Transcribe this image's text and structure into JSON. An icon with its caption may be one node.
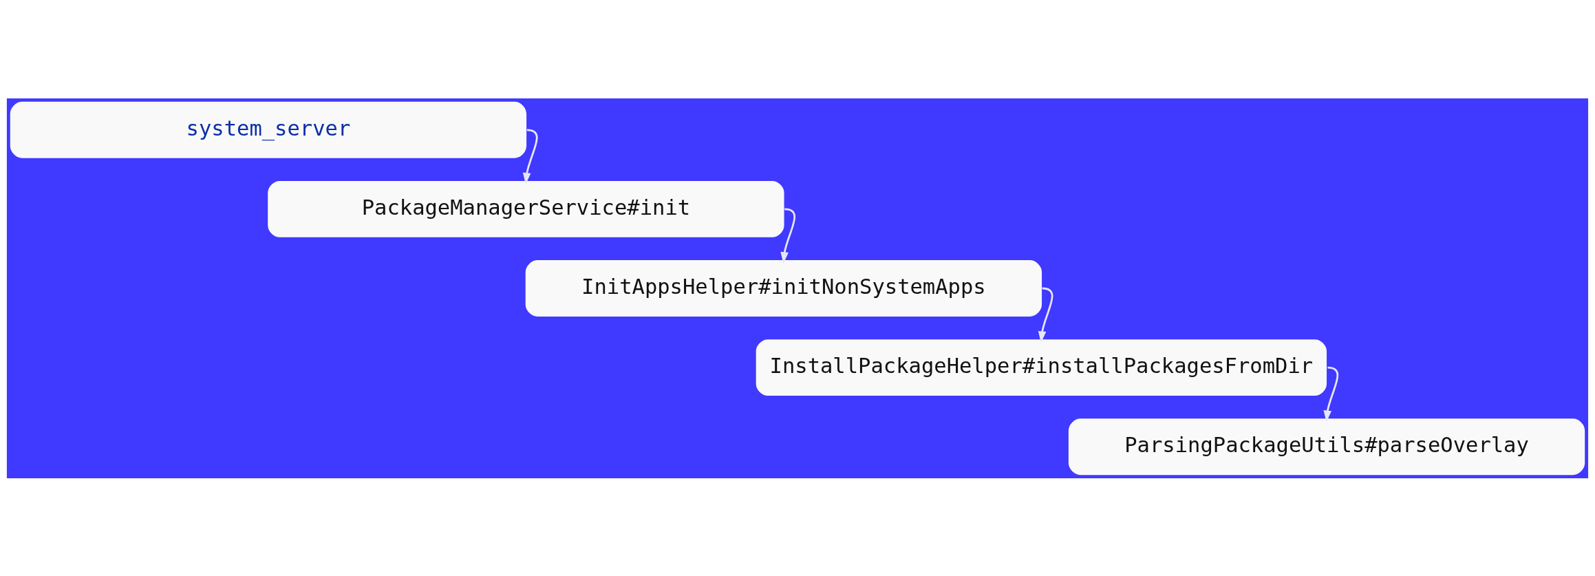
{
  "diagram": {
    "nodes": [
      {
        "text": [
          "system_server"
        ]
      },
      {
        "text": [
          "PackageManagerService#init"
        ]
      },
      {
        "text": [
          "InitAppsHelper#initNonSystemApps"
        ]
      },
      {
        "text": [
          "InstallPackageHelper#installPackagesFromDir"
        ]
      },
      {
        "text": [
          "ParsingPackageUtils#parseOverlay"
        ]
      }
    ],
    "edges": [
      {
        "from": 0,
        "to": 1,
        "arrow": "to"
      },
      {
        "from": 1,
        "to": 2,
        "arrow": "to"
      },
      {
        "from": 2,
        "to": 3,
        "arrow": "to"
      },
      {
        "from": 3,
        "to": 4,
        "arrow": "to"
      }
    ]
  }
}
